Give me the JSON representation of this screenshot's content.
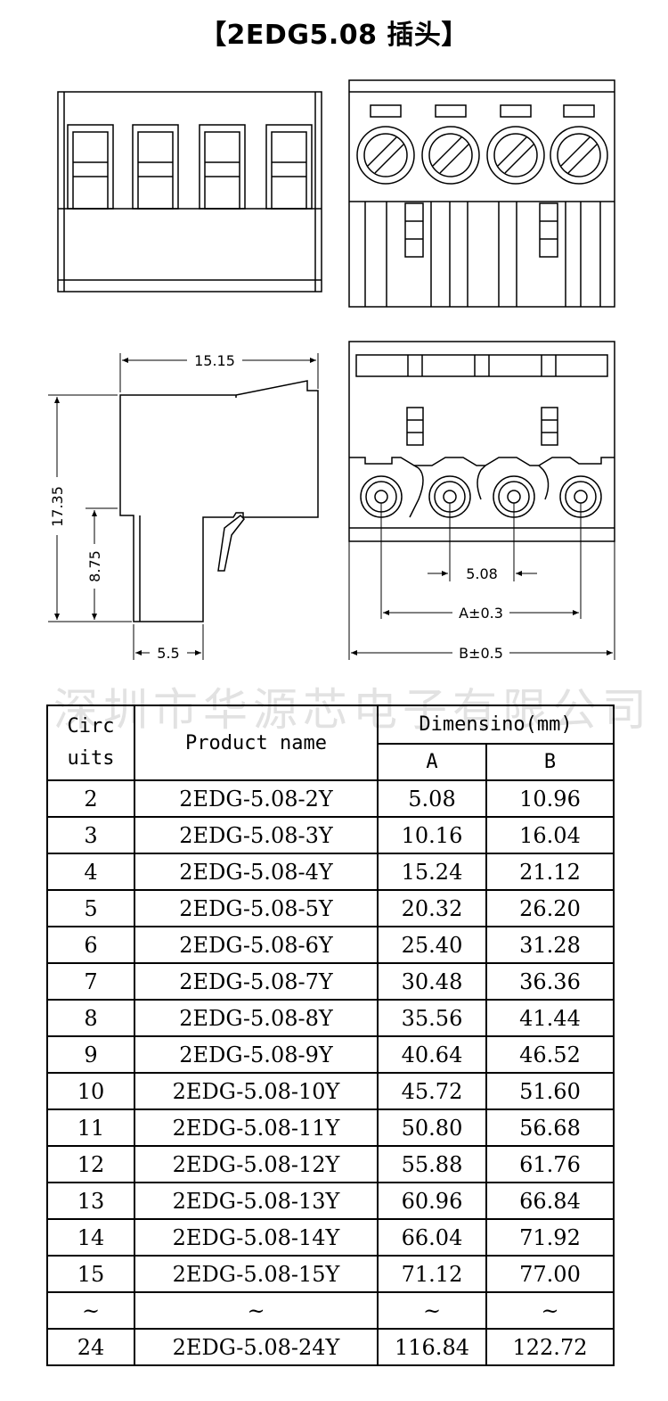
{
  "title": "【2EDG5.08 插头】",
  "watermark": "深圳市华源芯电子有限公司",
  "dimensions": {
    "width": "15.15",
    "height": "17.35",
    "lower_height": "8.75",
    "base": "5.5",
    "pitch": "5.08",
    "a": "A±0.3",
    "b": "B±0.5"
  },
  "table": {
    "headers": {
      "circuits": "Circ uits",
      "product": "Product name",
      "dimension": "Dimensino(mm)",
      "a": "A",
      "b": "B"
    },
    "rows": [
      {
        "circuits": "2",
        "product": "2EDG-5.08-2Y",
        "a": "5.08",
        "b": "10.96"
      },
      {
        "circuits": "3",
        "product": "2EDG-5.08-3Y",
        "a": "10.16",
        "b": "16.04"
      },
      {
        "circuits": "4",
        "product": "2EDG-5.08-4Y",
        "a": "15.24",
        "b": "21.12"
      },
      {
        "circuits": "5",
        "product": "2EDG-5.08-5Y",
        "a": "20.32",
        "b": "26.20"
      },
      {
        "circuits": "6",
        "product": "2EDG-5.08-6Y",
        "a": "25.40",
        "b": "31.28"
      },
      {
        "circuits": "7",
        "product": "2EDG-5.08-7Y",
        "a": "30.48",
        "b": "36.36"
      },
      {
        "circuits": "8",
        "product": "2EDG-5.08-8Y",
        "a": "35.56",
        "b": "41.44"
      },
      {
        "circuits": "9",
        "product": "2EDG-5.08-9Y",
        "a": "40.64",
        "b": "46.52"
      },
      {
        "circuits": "10",
        "product": "2EDG-5.08-10Y",
        "a": "45.72",
        "b": "51.60"
      },
      {
        "circuits": "11",
        "product": "2EDG-5.08-11Y",
        "a": "50.80",
        "b": "56.68"
      },
      {
        "circuits": "12",
        "product": "2EDG-5.08-12Y",
        "a": "55.88",
        "b": "61.76"
      },
      {
        "circuits": "13",
        "product": "2EDG-5.08-13Y",
        "a": "60.96",
        "b": "66.84"
      },
      {
        "circuits": "14",
        "product": "2EDG-5.08-14Y",
        "a": "66.04",
        "b": "71.92"
      },
      {
        "circuits": "15",
        "product": "2EDG-5.08-15Y",
        "a": "71.12",
        "b": "77.00"
      },
      {
        "circuits": "~",
        "product": "~",
        "a": "~",
        "b": "~"
      },
      {
        "circuits": "24",
        "product": "2EDG-5.08-24Y",
        "a": "116.84",
        "b": "122.72"
      }
    ]
  }
}
